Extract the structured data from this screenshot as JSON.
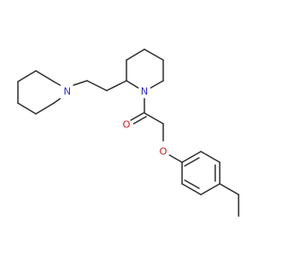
{
  "structure": {
    "atoms": [
      {
        "id": "N_pip",
        "label": "N",
        "color": "#3333cc"
      },
      {
        "id": "N_amide",
        "label": "N",
        "color": "#3333cc"
      },
      {
        "id": "O_carbonyl",
        "label": "O",
        "color": "#cc2222"
      },
      {
        "id": "O_ether",
        "label": "O",
        "color": "#cc2222"
      }
    ],
    "bond_color": "#303030"
  }
}
